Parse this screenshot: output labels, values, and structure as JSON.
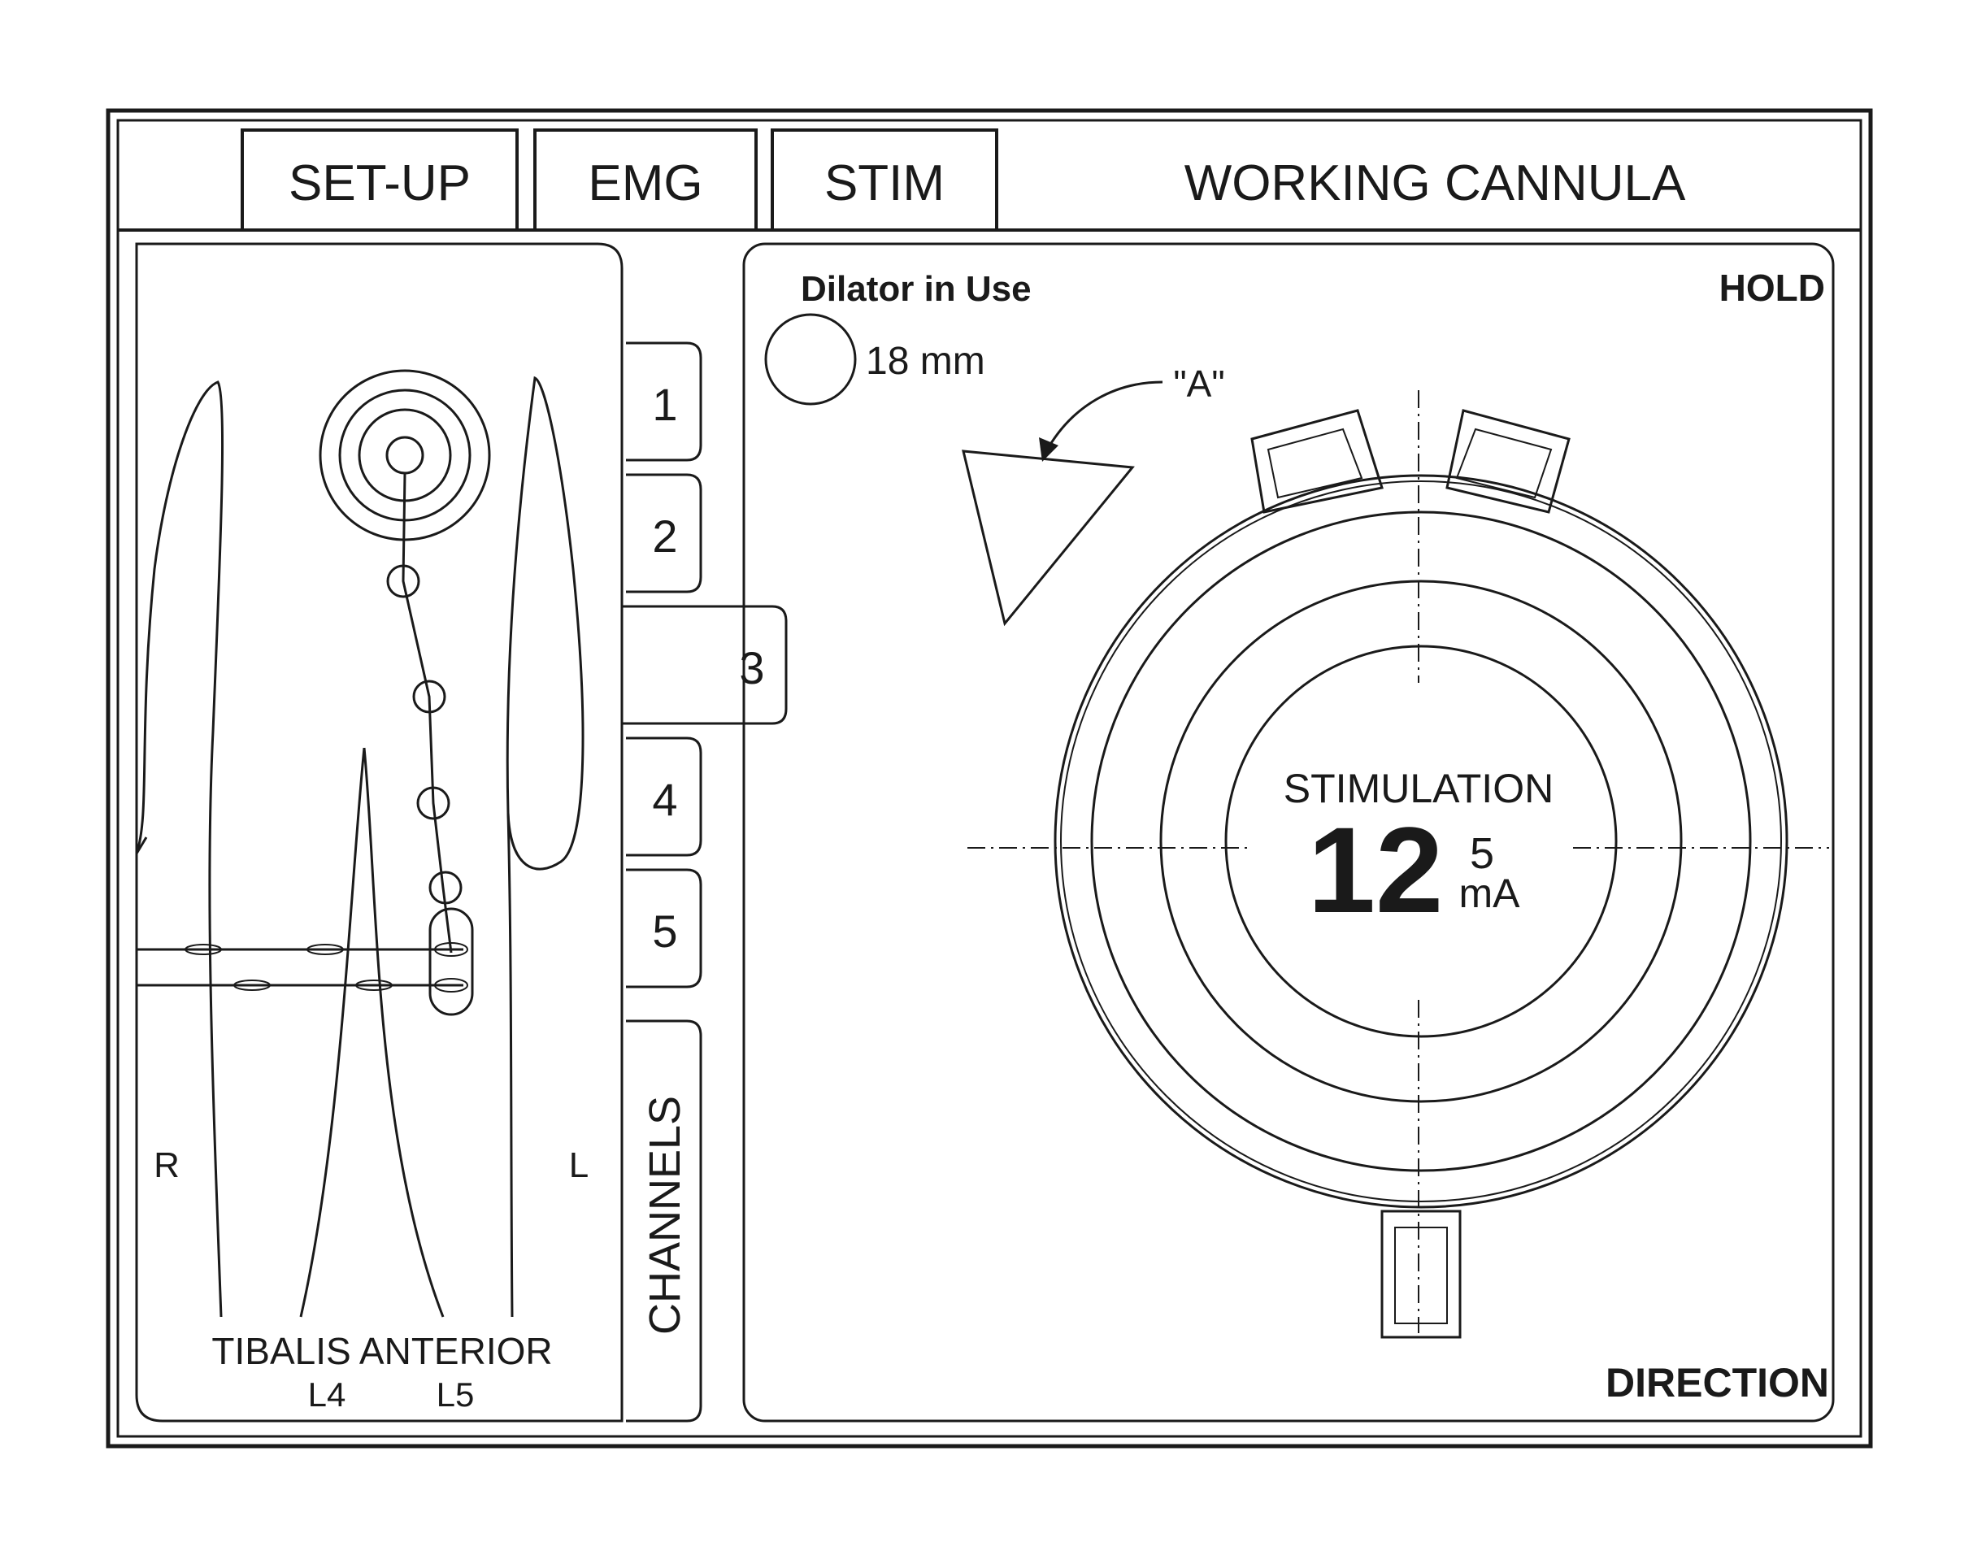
{
  "tabs": [
    {
      "label": "SET-UP"
    },
    {
      "label": "EMG"
    },
    {
      "label": "STIM"
    }
  ],
  "header": {
    "title": "WORKING CANNULA"
  },
  "channels": {
    "items": [
      {
        "label": "1"
      },
      {
        "label": "2"
      },
      {
        "label": "3"
      },
      {
        "label": "4"
      },
      {
        "label": "5"
      }
    ],
    "selected": "3",
    "tab_label": "CHANNELS"
  },
  "body_panel": {
    "right_label": "R",
    "left_label": "L",
    "muscle_label": "TIBALIS ANTERIOR",
    "levels": [
      "L4",
      "L5"
    ]
  },
  "dilator": {
    "heading": "Dilator in Use",
    "size": "18 mm"
  },
  "status": {
    "hold": "HOLD",
    "direction": "DIRECTION"
  },
  "annotation": {
    "label": "\"A\""
  },
  "stimulation": {
    "label": "STIMULATION",
    "value_major": "12",
    "value_minor": "5",
    "unit": "mA"
  },
  "icons": [
    "dilator-icon",
    "direction-indicator-icon",
    "orientation-icon"
  ]
}
